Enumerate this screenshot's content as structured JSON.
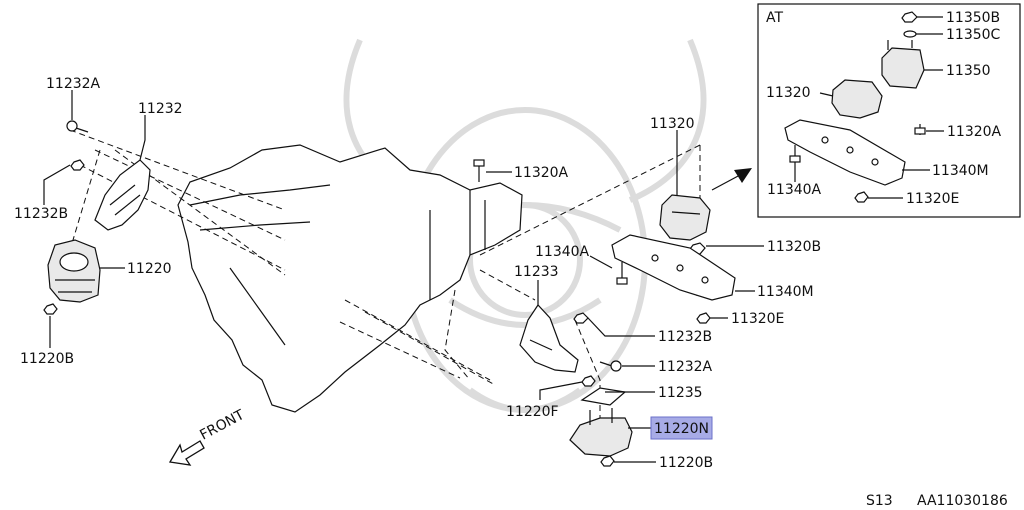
{
  "labels": {
    "p11232A_left": "11232A",
    "p11232_left": "11232",
    "p11232B_left": "11232B",
    "p11220_left": "11220",
    "p11220B_left": "11220B",
    "p11320A_mid": "11320A",
    "p11320_mid": "11320",
    "p11320B_mid": "11320B",
    "p11340A_mid": "11340A",
    "p11340M_mid": "11340M",
    "p11320E_mid": "11320E",
    "p11233": "11233",
    "p11232B_right": "11232B",
    "p11232A_right": "11232A",
    "p11235": "11235",
    "p11220F": "11220F",
    "p11220N": "11220N",
    "p11220B_right": "11220B",
    "front": "FRONT"
  },
  "inset": {
    "title": "AT",
    "p11350B": "11350B",
    "p11350C": "11350C",
    "p11350": "11350",
    "p11320": "11320",
    "p11320A": "11320A",
    "p11340M": "11340M",
    "p11340A": "11340A",
    "p11320E": "11320E"
  },
  "footer": {
    "model": "S13",
    "code": "AA11030186"
  },
  "highlight_color": "#a7abe6",
  "watermark": "samurai-crest"
}
